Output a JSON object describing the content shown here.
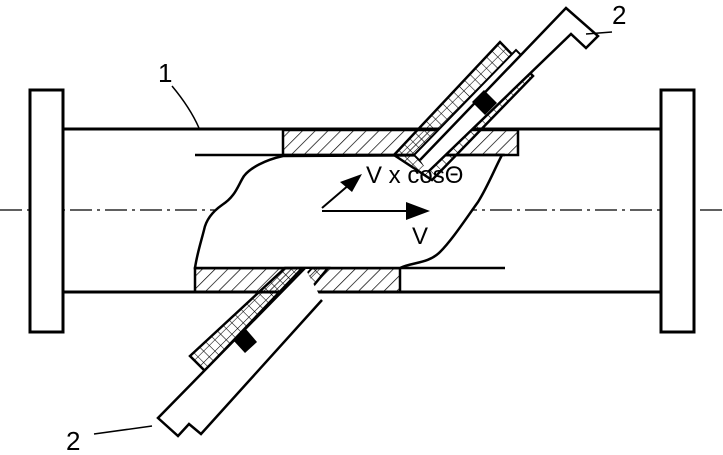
{
  "labels": {
    "pipe_number": "1",
    "transducer_top_number": "2",
    "transducer_bottom_number": "2",
    "velocity_component": "V x cosΘ",
    "velocity": "V"
  },
  "colors": {
    "line": "#000000",
    "background": "#ffffff"
  }
}
